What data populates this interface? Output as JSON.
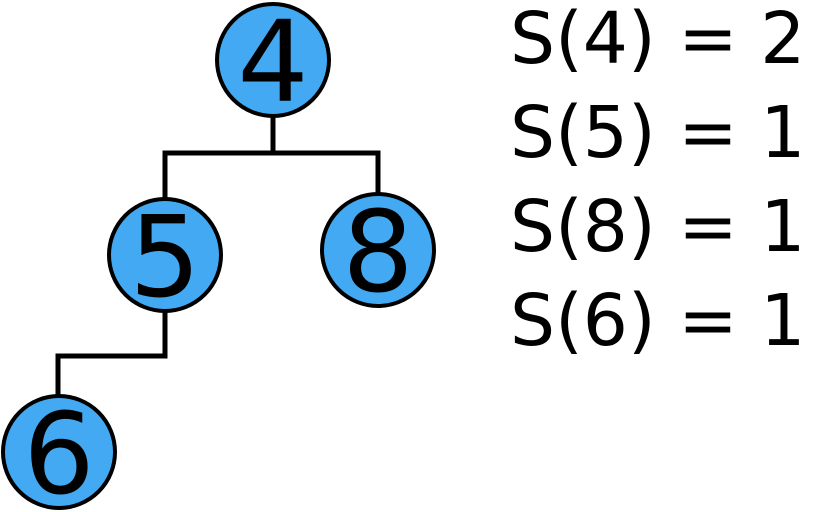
{
  "diagram": {
    "type": "tree",
    "background": "#ffffff",
    "node_fill": "#42a9f2",
    "node_stroke": "#000000",
    "edge_color": "#000000",
    "text_color": "#000000",
    "nodes": [
      {
        "id": "4",
        "label": "4"
      },
      {
        "id": "5",
        "label": "5"
      },
      {
        "id": "8",
        "label": "8"
      },
      {
        "id": "6",
        "label": "6"
      }
    ],
    "edges": [
      {
        "from": "4",
        "to": "5"
      },
      {
        "from": "4",
        "to": "8"
      },
      {
        "from": "5",
        "to": "6"
      }
    ],
    "annotations": [
      {
        "text": "S(4) = 2"
      },
      {
        "text": "S(5) = 1"
      },
      {
        "text": "S(8) = 1"
      },
      {
        "text": "S(6) = 1"
      }
    ]
  }
}
